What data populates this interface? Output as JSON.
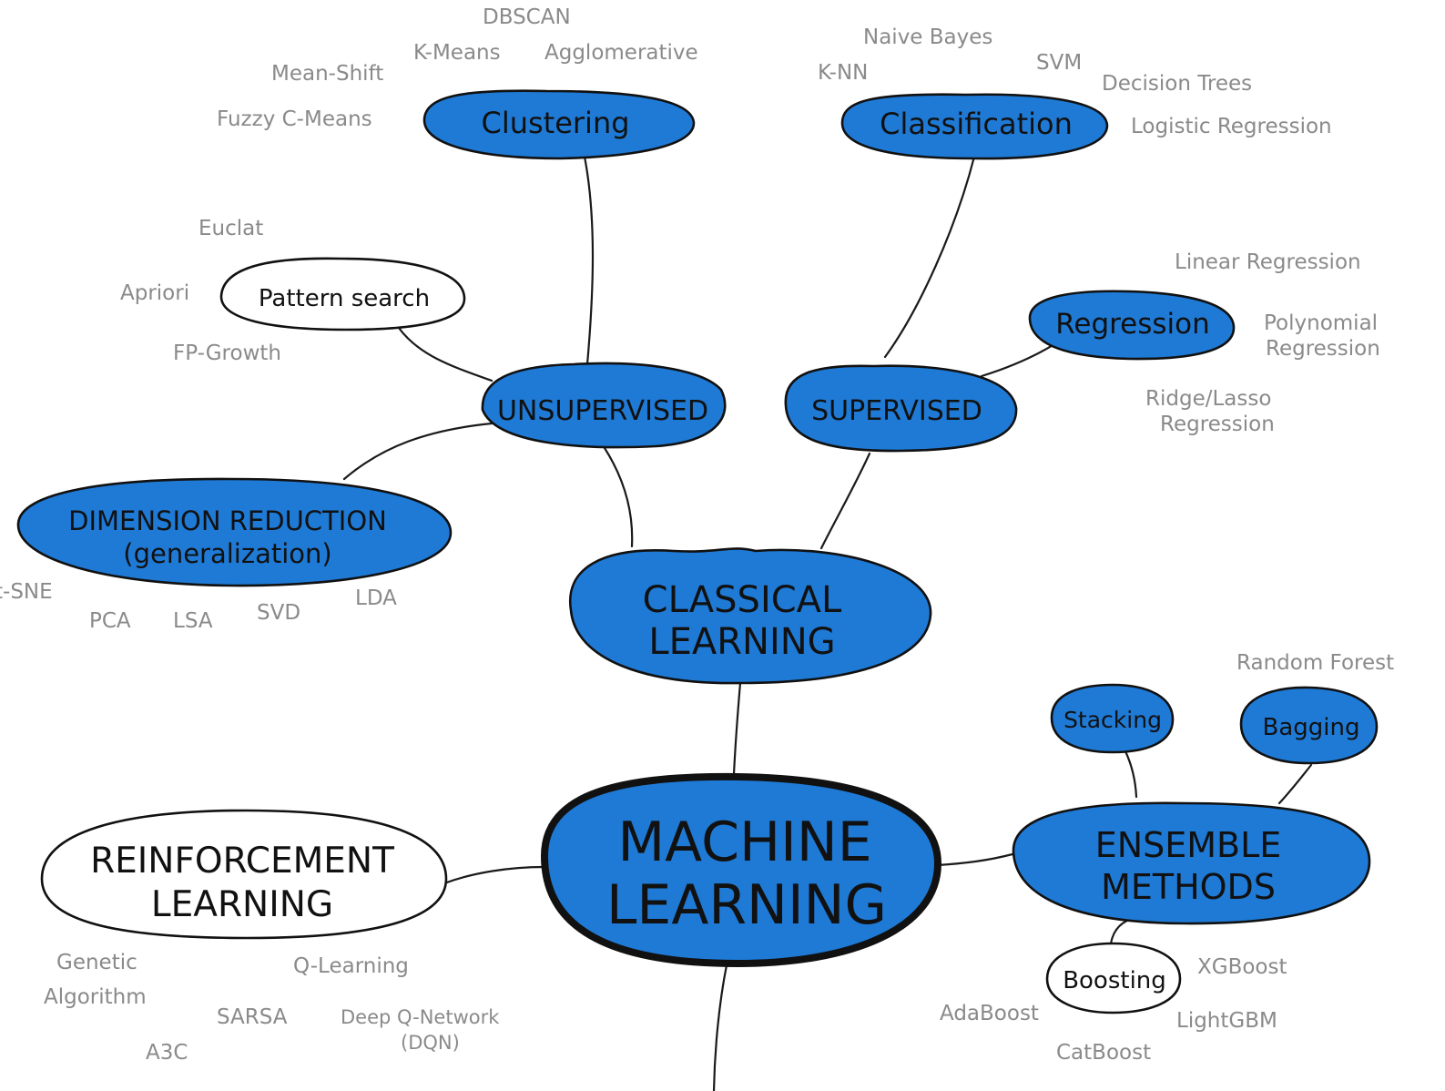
{
  "colors": {
    "node_fill": "#1f7ad6",
    "outline": "#111111",
    "white_fill": "#ffffff",
    "leaf_text": "#8a8a8a"
  },
  "nodes": {
    "machine_learning": {
      "lines": [
        "MACHINE",
        "LEARNING"
      ]
    },
    "classical_learning": {
      "lines": [
        "CLASSICAL",
        "LEARNING"
      ]
    },
    "unsupervised": "UNSUPERVISED",
    "supervised": "SUPERVISED",
    "clustering": "Clustering",
    "classification": "Classification",
    "regression": "Regression",
    "pattern_search": "Pattern search",
    "dimension_reduction": {
      "lines": [
        "DIMENSION REDUCTION",
        "(generalization)"
      ]
    },
    "reinforcement_learning": {
      "lines": [
        "REINFORCEMENT",
        "LEARNING"
      ]
    },
    "ensemble_methods": {
      "lines": [
        "ENSEMBLE",
        "METHODS"
      ]
    },
    "stacking": "Stacking",
    "bagging": "Bagging",
    "boosting": "Boosting"
  },
  "leaves": {
    "clustering": [
      "DBSCAN",
      "K-Means",
      "Agglomerative",
      "Mean-Shift",
      "Fuzzy C-Means"
    ],
    "classification": [
      "Naive Bayes",
      "SVM",
      "K-NN",
      "Decision Trees",
      "Logistic Regression"
    ],
    "regression": [
      "Linear Regression",
      "Polynomial",
      "Regression",
      "Ridge/Lasso",
      "Regression"
    ],
    "pattern_search": [
      "Euclat",
      "Apriori",
      "FP-Growth"
    ],
    "dimension_reduction": [
      "t-SNE",
      "PCA",
      "LSA",
      "SVD",
      "LDA"
    ],
    "reinforcement": [
      "Genetic",
      "Algorithm",
      "Q-Learning",
      "SARSA",
      "Deep Q-Network",
      "(DQN)",
      "A3C"
    ],
    "bagging": [
      "Random Forest"
    ],
    "boosting": [
      "XGBoost",
      "AdaBoost",
      "LightGBM",
      "CatBoost"
    ]
  }
}
